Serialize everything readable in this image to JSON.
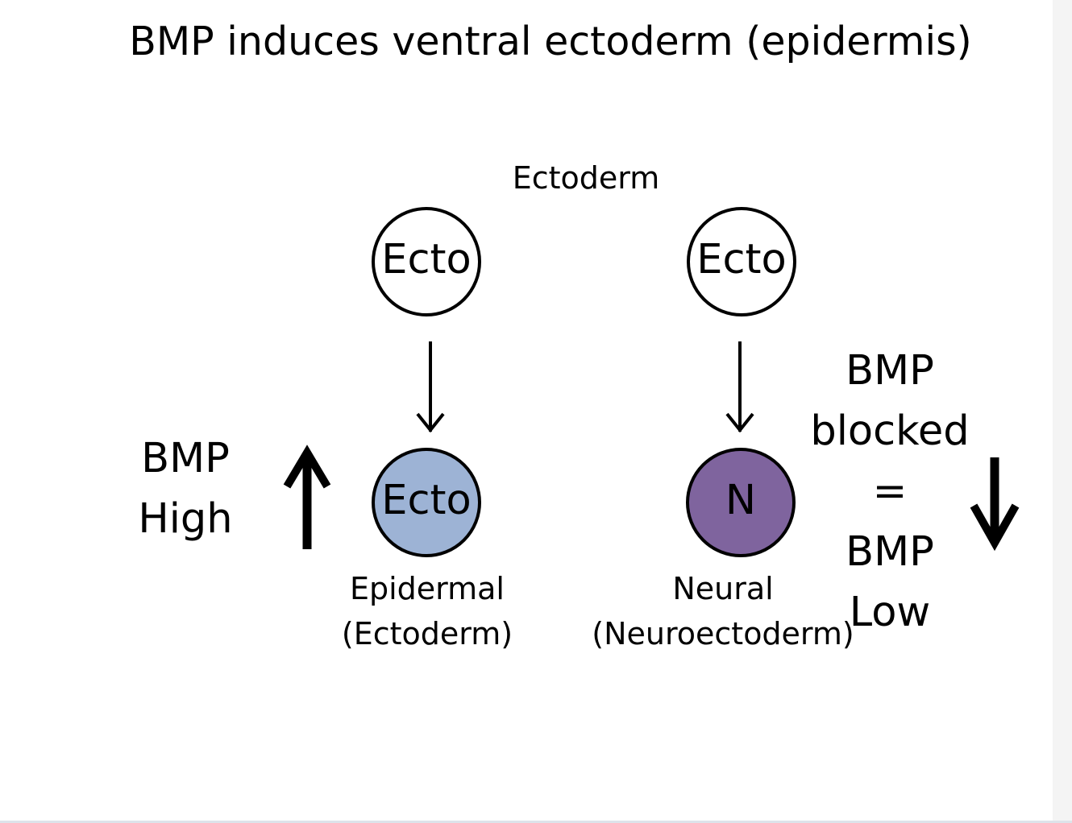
{
  "title": "BMP induces ventral ectoderm (epidermis)",
  "top_label": "Ectoderm",
  "top_cells": {
    "left": "Ecto",
    "right": "Ecto"
  },
  "bottom_cells": {
    "left": {
      "label": "Ecto",
      "fill": "#9db3d5",
      "caption_line1": "Epidermal",
      "caption_line2": "(Ectoderm)"
    },
    "right": {
      "label": "N",
      "fill": "#7f649e",
      "caption_line1": "Neural",
      "caption_line2": "(Neuroectoderm)"
    }
  },
  "left_side": {
    "line1": "BMP",
    "line2": "High",
    "arrow_icon": "arrow-up"
  },
  "right_side": {
    "line1": "BMP",
    "line2": "blocked",
    "line3": "=",
    "line4": "BMP",
    "line5": "Low",
    "arrow_icon": "arrow-down"
  }
}
